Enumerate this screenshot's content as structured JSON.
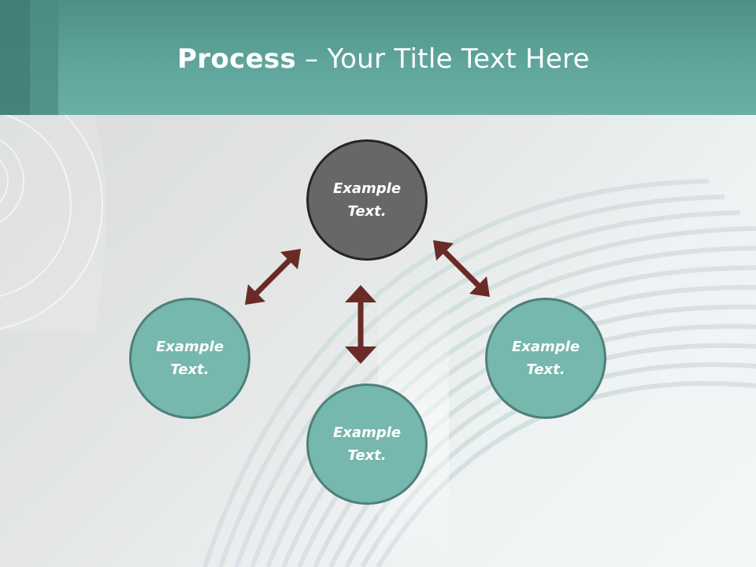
{
  "slide": {
    "title_bold": "Process",
    "title_rest": " – Your Title Text Here",
    "colors": {
      "header": "#5fa59b",
      "center_node": "#676767",
      "outer_node": "#76b7ae",
      "arrow": "#6a2b26"
    }
  },
  "nodes": {
    "top": {
      "line1": "Example",
      "line2": "Text."
    },
    "left": {
      "line1": "Example",
      "line2": "Text."
    },
    "bottom": {
      "line1": "Example",
      "line2": "Text."
    },
    "right": {
      "line1": "Example",
      "line2": "Text."
    }
  }
}
